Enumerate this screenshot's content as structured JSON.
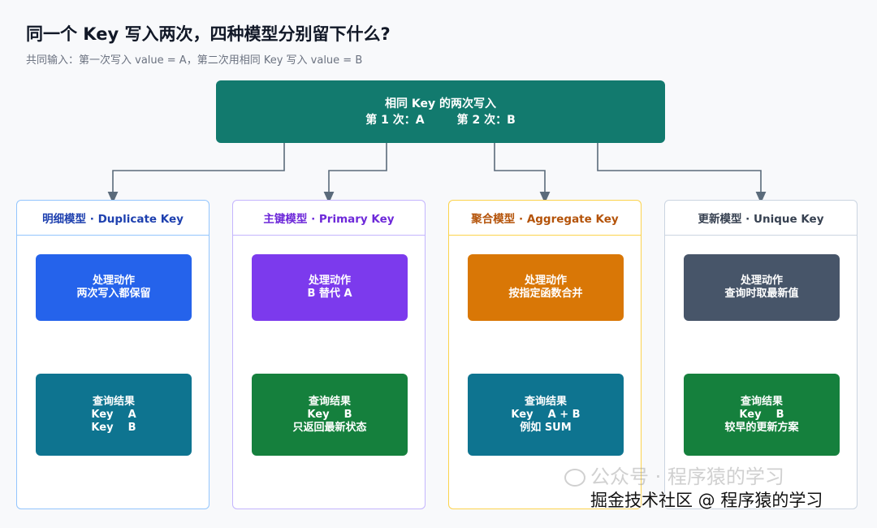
{
  "title": "同一个 Key 写入两次，四种模型分别留下什么?",
  "subtitle": "共同输入：第一次写入 value = A，第二次用相同 Key 写入 value = B",
  "root": {
    "line1": "相同 Key 的两次写入",
    "first": "第 1 次：A",
    "second": "第 2 次：B"
  },
  "models": [
    {
      "header": "明细模型 · Duplicate Key",
      "header_color": "#1e40af",
      "border_color": "#93c5fd",
      "action": {
        "line1": "处理动作",
        "line2": "两次写入都保留",
        "color": "#2563eb"
      },
      "result": {
        "line1": "查询结果",
        "line2": "Key    A",
        "line3": "Key    B",
        "color": "#0e7490"
      }
    },
    {
      "header": "主键模型 · Primary Key",
      "header_color": "#6d28d9",
      "border_color": "#c4b5fd",
      "action": {
        "line1": "处理动作",
        "line2": "B 替代 A",
        "color": "#7c3aed"
      },
      "result": {
        "line1": "查询结果",
        "line2": "Key    B",
        "line3": "只返回最新状态",
        "color": "#15803d"
      }
    },
    {
      "header": "聚合模型 · Aggregate Key",
      "header_color": "#b45309",
      "border_color": "#fcd34d",
      "action": {
        "line1": "处理动作",
        "line2": "按指定函数合并",
        "color": "#d97706"
      },
      "result": {
        "line1": "查询结果",
        "line2": "Key    A + B",
        "line3": "例如 SUM",
        "color": "#0e7490"
      }
    },
    {
      "header": "更新模型 · Unique Key",
      "header_color": "#374151",
      "border_color": "#cbd5e1",
      "action": {
        "line1": "处理动作",
        "line2": "查询时取最新值",
        "color": "#475569"
      },
      "result": {
        "line1": "查询结果",
        "line2": "Key    B",
        "line3": "较早的更新方案",
        "color": "#15803d"
      }
    }
  ],
  "watermark": "公众号 · 程序猿的学习",
  "footer_credit": "掘金技术社区 @ 程序猿的学习",
  "colors": {
    "root": "#127a6e",
    "connector": "#5b6b7b"
  }
}
